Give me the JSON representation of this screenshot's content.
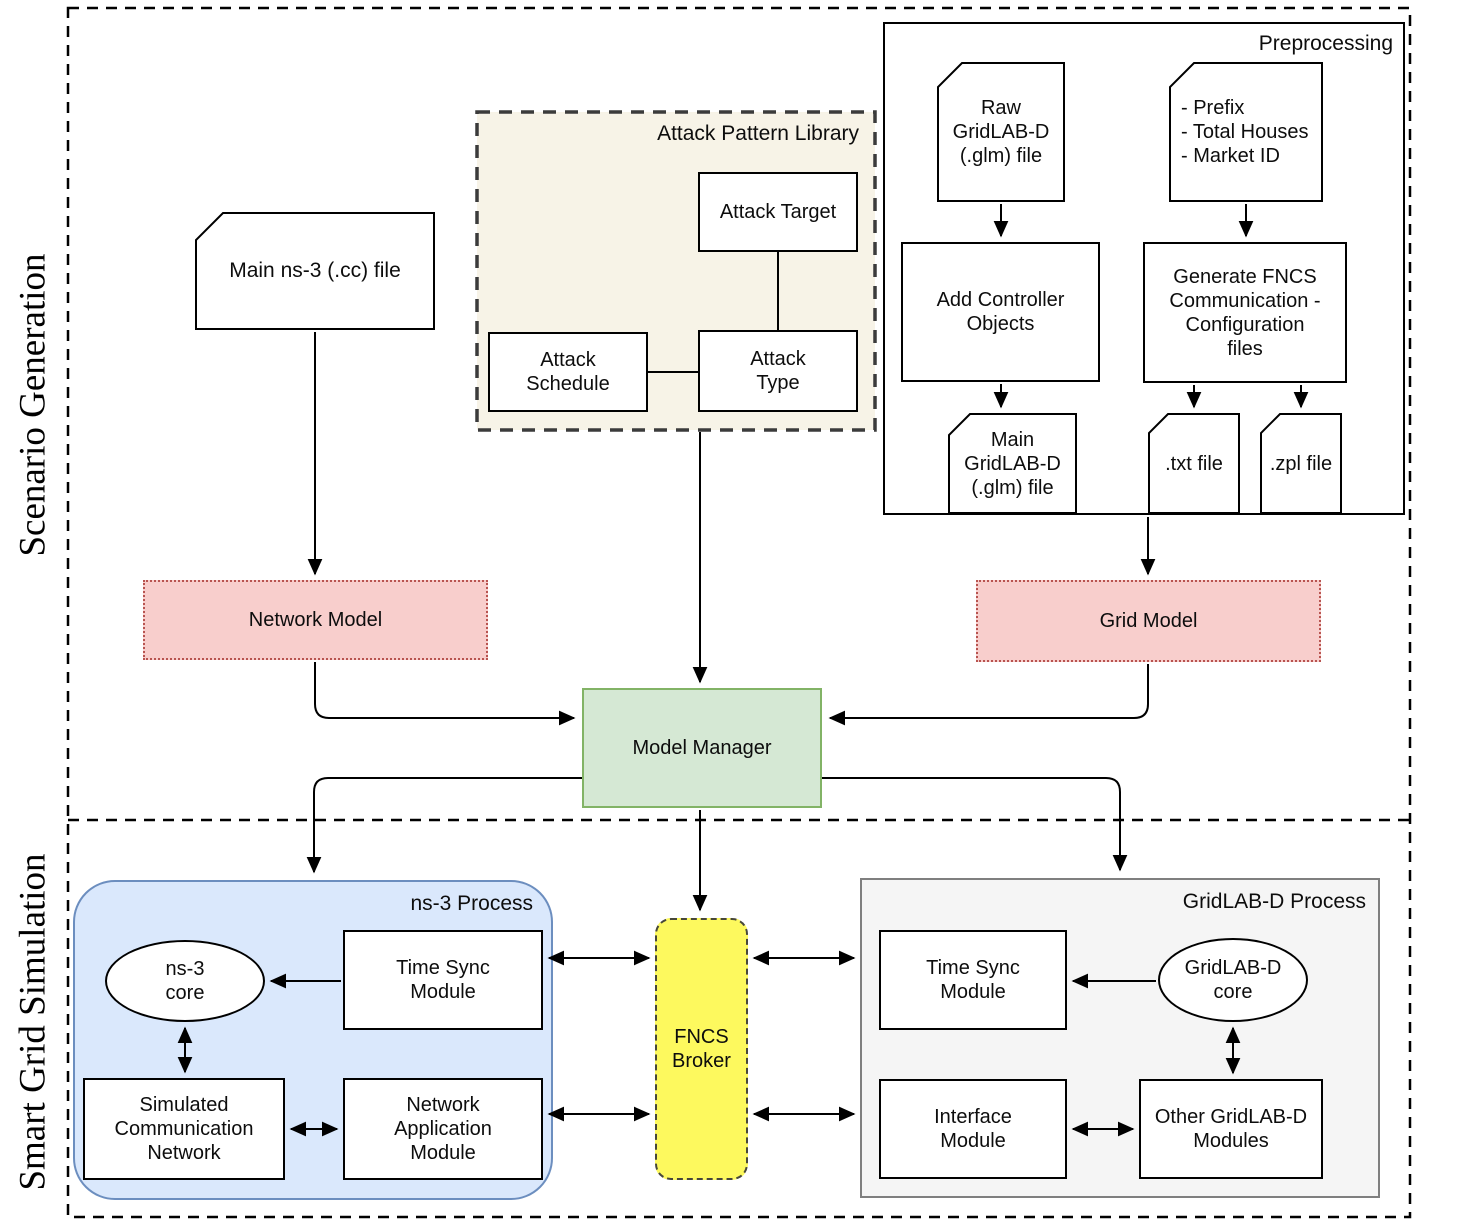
{
  "sections": {
    "scenario_generation_label": "Scenario Generation",
    "smart_grid_simulation_label": "Smart Grid Simulation"
  },
  "scenario": {
    "main_ns3_file": "Main ns-3 (.cc) file",
    "attack_pattern_library": {
      "title": "Attack Pattern Library",
      "attack_target": "Attack Target",
      "attack_schedule": "Attack\nSchedule",
      "attack_type": "Attack\nType"
    },
    "preprocessing": {
      "title": "Preprocessing",
      "raw_gridlabd_file": "Raw\nGridLAB-D\n(.glm) file",
      "params": "- Prefix\n- Total Houses\n- Market ID",
      "add_controller_objects": "Add Controller\nObjects",
      "generate_fncs": "Generate FNCS\nCommunication -\nConfiguration\nfiles",
      "main_gridlabd_file": "Main\nGridLAB-D\n(.glm) file",
      "txt_file": ".txt file",
      "zpl_file": ".zpl file"
    },
    "network_model": "Network Model",
    "grid_model": "Grid Model",
    "model_manager": "Model Manager"
  },
  "simulation": {
    "ns3_process": {
      "title": "ns-3 Process",
      "ns3_core": "ns-3\ncore",
      "time_sync_module": "Time Sync\nModule",
      "simulated_communication_network": "Simulated\nCommunication\nNetwork",
      "network_application_module": "Network\nApplication\nModule"
    },
    "fncs_broker": "FNCS\nBroker",
    "gridlabd_process": {
      "title": "GridLAB-D Process",
      "time_sync_module": "Time Sync\nModule",
      "gridlabd_core": "GridLAB-D\ncore",
      "interface_module": "Interface\nModule",
      "other_gridlabd_modules": "Other GridLAB-D\nModules"
    }
  },
  "colors": {
    "apl_fill": "#f7f3e7",
    "model_fill": "#f8cecc",
    "model_border": "#b85450",
    "manager_fill": "#d5e8d4",
    "manager_border": "#82b366",
    "ns3_fill": "#dae8fc",
    "ns3_border": "#6c8ebf",
    "fncs_fill": "#fdf95e",
    "fncs_border": "#47473a",
    "gld_fill": "#f5f5f5",
    "gld_border": "#7f7f7f",
    "line": "#000000"
  }
}
